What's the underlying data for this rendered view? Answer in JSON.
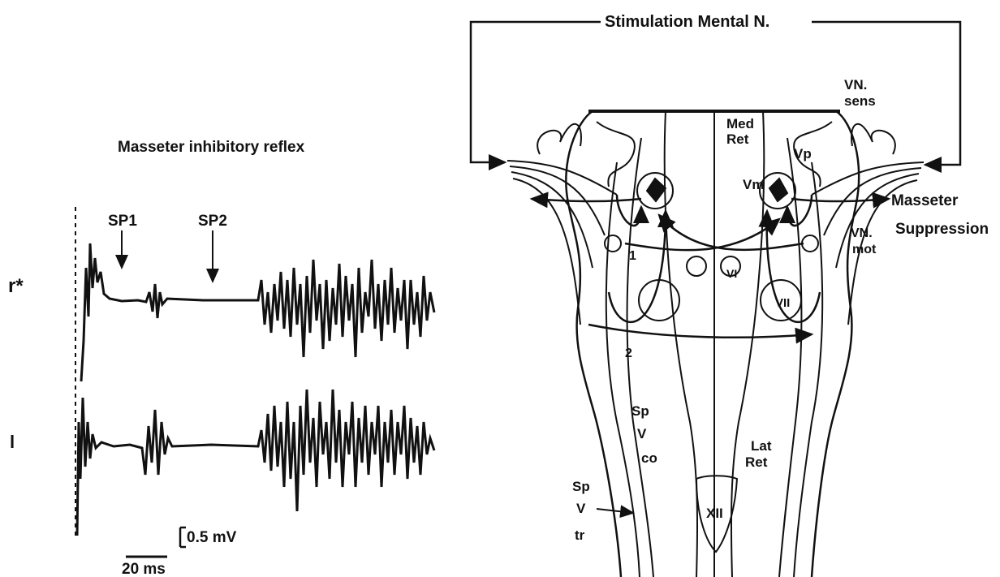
{
  "left_panel": {
    "title": "Masseter inhibitory reflex",
    "sp1_label": "SP1",
    "sp2_label": "SP2",
    "trace_top_label": "r*",
    "trace_bottom_label": "l",
    "amp_scale_label": "0.5 mV",
    "time_scale_label": "20 ms"
  },
  "right_panel": {
    "stimulation_label": "Stimulation Mental N.",
    "vn_sens_label": [
      "VN.",
      "sens"
    ],
    "med_ret_label": [
      "Med",
      "Ret"
    ],
    "vp_label": "Vp",
    "vm_label": "Vm",
    "masseter_suppression_label": [
      "Masseter",
      "Suppression"
    ],
    "vn_mot_label": [
      "VN.",
      "mot"
    ],
    "vl_label": "VI",
    "vii_label": "VII",
    "pathway_1_label": "1",
    "pathway_2_label": "2",
    "sp_v_co_label": [
      "Sp",
      "V",
      "co"
    ],
    "lat_ret_label": [
      "Lat",
      "Ret"
    ],
    "sp_v_tr_label": [
      "Sp",
      "V",
      "tr"
    ],
    "xii_label": "XII"
  },
  "colors": {
    "ink": "#111111",
    "background": "#ffffff"
  }
}
